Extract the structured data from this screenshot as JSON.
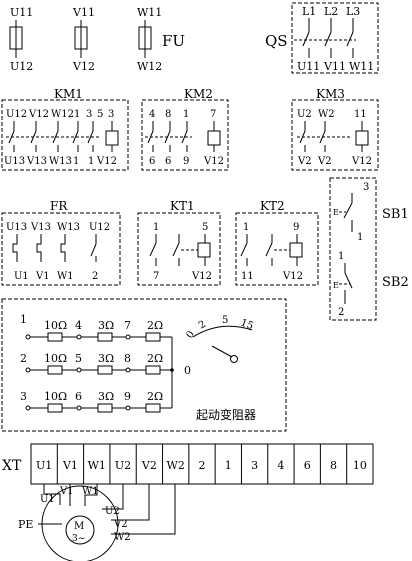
{
  "fuses": {
    "label": "FU",
    "items": [
      {
        "top": "U11",
        "bottom": "U12"
      },
      {
        "top": "V11",
        "bottom": "V12"
      },
      {
        "top": "W11",
        "bottom": "W12"
      }
    ]
  },
  "qs": {
    "label": "QS",
    "top": [
      "L1",
      "L2",
      "L3"
    ],
    "bottom": [
      "U11",
      "V11",
      "W11"
    ]
  },
  "km1": {
    "label": "KM1",
    "top": [
      "U12",
      "V12",
      "W12",
      "1",
      "3",
      "5",
      "3"
    ],
    "bottom": [
      "U13",
      "V13",
      "W13",
      "1",
      "1",
      "V12"
    ]
  },
  "km2": {
    "label": "KM2",
    "top": [
      "4",
      "8",
      "1",
      "7"
    ],
    "bottom": [
      "6",
      "6",
      "9",
      "V12"
    ]
  },
  "km3": {
    "label": "KM3",
    "top": [
      "U2",
      "W2",
      "11"
    ],
    "bottom": [
      "V2",
      "V2",
      "V12"
    ]
  },
  "fr": {
    "label": "FR",
    "top": [
      "U13",
      "V13",
      "W13",
      "U12"
    ],
    "bottom": [
      "U1",
      "V1",
      "W1",
      "2"
    ]
  },
  "kt1": {
    "label": "KT1",
    "top": [
      "1",
      "5"
    ],
    "bottom": [
      "7",
      "V12"
    ]
  },
  "kt2": {
    "label": "KT2",
    "top": [
      "1",
      "9"
    ],
    "bottom": [
      "11",
      "V12"
    ]
  },
  "sb": {
    "sb1": {
      "label": "SB1",
      "top": "3",
      "bottom": "1"
    },
    "sb2": {
      "label": "SB2",
      "top": "1",
      "bottom": "2"
    }
  },
  "resistor": {
    "caption": "起动变阻器",
    "dial": [
      "0",
      "2",
      "5",
      "15"
    ],
    "common": "0",
    "rows": [
      {
        "n1": "1",
        "r1": "10Ω",
        "n2": "4",
        "r2": "3Ω",
        "n3": "7",
        "r3": "2Ω"
      },
      {
        "n1": "2",
        "r1": "10Ω",
        "n2": "5",
        "r2": "3Ω",
        "n3": "8",
        "r3": "2Ω"
      },
      {
        "n1": "3",
        "r1": "10Ω",
        "n2": "6",
        "r2": "3Ω",
        "n3": "9",
        "r3": "2Ω"
      }
    ]
  },
  "xt": {
    "label": "XT",
    "cells": [
      "U1",
      "V1",
      "W1",
      "U2",
      "V2",
      "W2",
      "2",
      "1",
      "3",
      "4",
      "6",
      "8",
      "10"
    ]
  },
  "motor": {
    "pe": "PE",
    "symbol": "M",
    "phase": "3~",
    "leads": [
      "U1",
      "V1",
      "W1",
      "U2",
      "V2",
      "W2"
    ]
  }
}
